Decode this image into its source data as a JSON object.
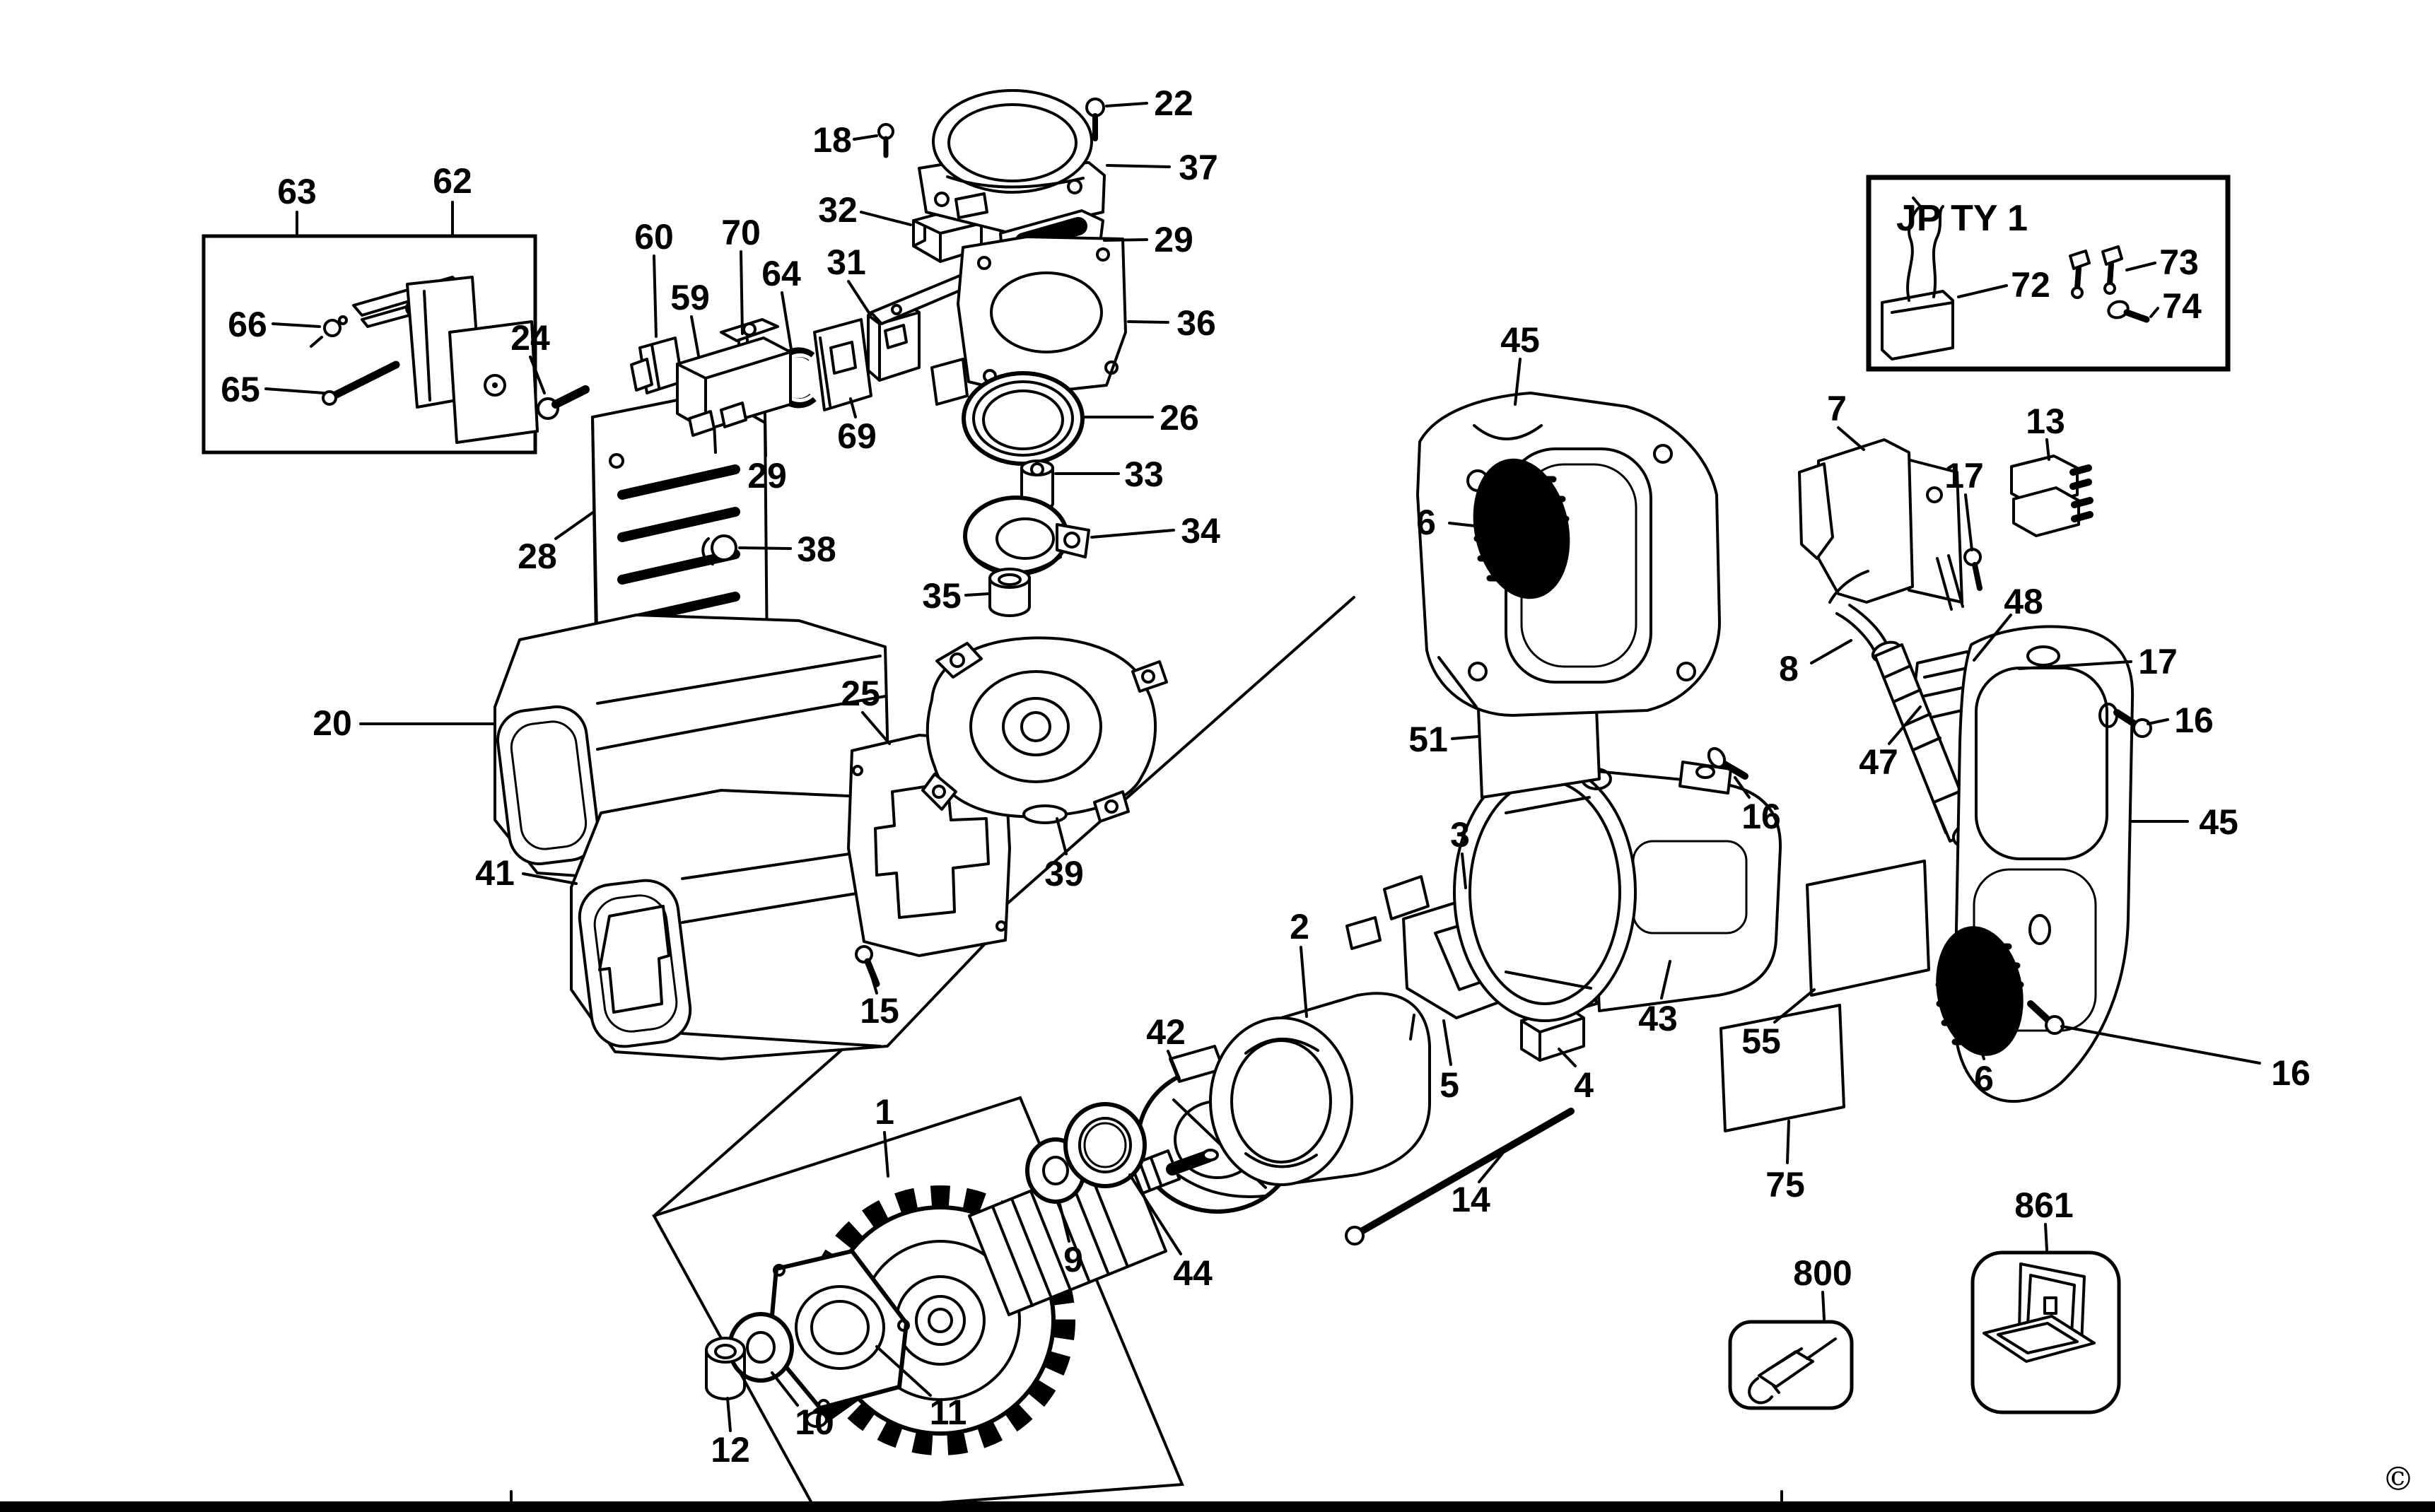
{
  "meta": {
    "kind": "exploded-parts-diagram",
    "subject": "reciprocating saw power tool parts schematic",
    "background_color": "#ffffff",
    "line_color": "#000000"
  },
  "inset": {
    "title": "JP TY 1"
  },
  "footer": {
    "copyright": "©"
  },
  "callouts": [
    {
      "id": "63",
      "text": "63"
    },
    {
      "id": "62",
      "text": "62"
    },
    {
      "id": "66",
      "text": "66"
    },
    {
      "id": "65",
      "text": "65"
    },
    {
      "id": "24",
      "text": "24"
    },
    {
      "id": "60",
      "text": "60"
    },
    {
      "id": "70",
      "text": "70"
    },
    {
      "id": "59",
      "text": "59"
    },
    {
      "id": "64",
      "text": "64"
    },
    {
      "id": "18",
      "text": "18"
    },
    {
      "id": "22",
      "text": "22"
    },
    {
      "id": "37",
      "text": "37"
    },
    {
      "id": "32",
      "text": "32"
    },
    {
      "id": "29b",
      "text": "29"
    },
    {
      "id": "31",
      "text": "31"
    },
    {
      "id": "36",
      "text": "36"
    },
    {
      "id": "26",
      "text": "26"
    },
    {
      "id": "33",
      "text": "33"
    },
    {
      "id": "34",
      "text": "34"
    },
    {
      "id": "35",
      "text": "35"
    },
    {
      "id": "38",
      "text": "38"
    },
    {
      "id": "28",
      "text": "28"
    },
    {
      "id": "29a",
      "text": "29"
    },
    {
      "id": "69",
      "text": "69"
    },
    {
      "id": "20",
      "text": "20"
    },
    {
      "id": "41",
      "text": "41"
    },
    {
      "id": "25",
      "text": "25"
    },
    {
      "id": "15",
      "text": "15"
    },
    {
      "id": "39",
      "text": "39"
    },
    {
      "id": "42",
      "text": "42"
    },
    {
      "id": "2",
      "text": "2"
    },
    {
      "id": "3",
      "text": "3"
    },
    {
      "id": "5",
      "text": "5"
    },
    {
      "id": "4",
      "text": "4"
    },
    {
      "id": "14",
      "text": "14"
    },
    {
      "id": "43",
      "text": "43"
    },
    {
      "id": "55",
      "text": "55"
    },
    {
      "id": "75",
      "text": "75"
    },
    {
      "id": "51",
      "text": "51"
    },
    {
      "id": "16b",
      "text": "16"
    },
    {
      "id": "45a",
      "text": "45"
    },
    {
      "id": "6a",
      "text": "6"
    },
    {
      "id": "7",
      "text": "7"
    },
    {
      "id": "17a",
      "text": "17"
    },
    {
      "id": "48",
      "text": "48"
    },
    {
      "id": "8",
      "text": "8"
    },
    {
      "id": "47",
      "text": "47"
    },
    {
      "id": "13",
      "text": "13"
    },
    {
      "id": "17b",
      "text": "17"
    },
    {
      "id": "16a",
      "text": "16"
    },
    {
      "id": "45b",
      "text": "45"
    },
    {
      "id": "6b",
      "text": "6"
    },
    {
      "id": "16c",
      "text": "16"
    },
    {
      "id": "1",
      "text": "1"
    },
    {
      "id": "9",
      "text": "9"
    },
    {
      "id": "44",
      "text": "44"
    },
    {
      "id": "11",
      "text": "11"
    },
    {
      "id": "10",
      "text": "10"
    },
    {
      "id": "12",
      "text": "12"
    },
    {
      "id": "800",
      "text": "800"
    },
    {
      "id": "861",
      "text": "861"
    },
    {
      "id": "72",
      "text": "72"
    },
    {
      "id": "73",
      "text": "73"
    },
    {
      "id": "74",
      "text": "74"
    }
  ]
}
